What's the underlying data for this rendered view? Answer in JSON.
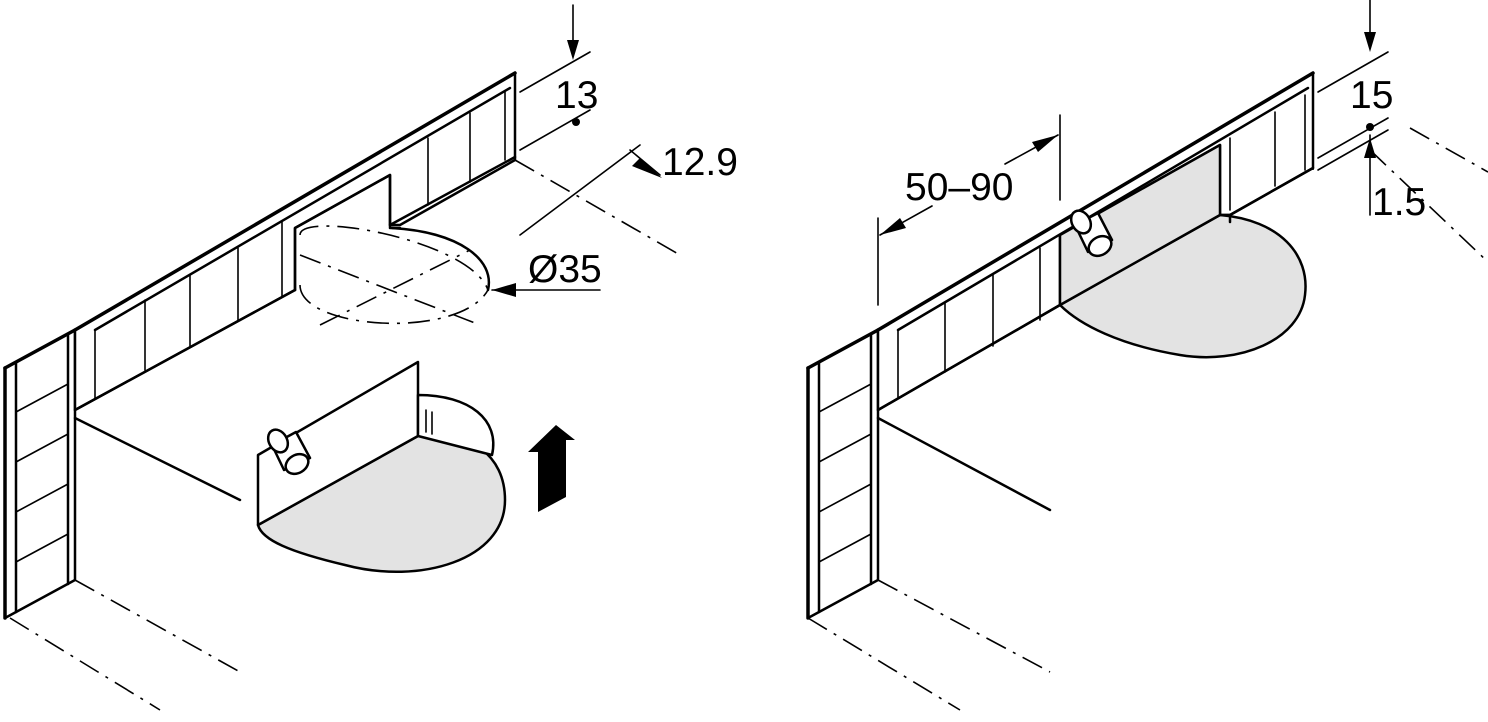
{
  "diagram": {
    "left": {
      "dim_depth": "13",
      "dim_offset": "12.9",
      "dim_diameter": "Ø35"
    },
    "right": {
      "dim_depth": "15",
      "dim_spacing": "50–90",
      "dim_gap": "1.5"
    }
  }
}
